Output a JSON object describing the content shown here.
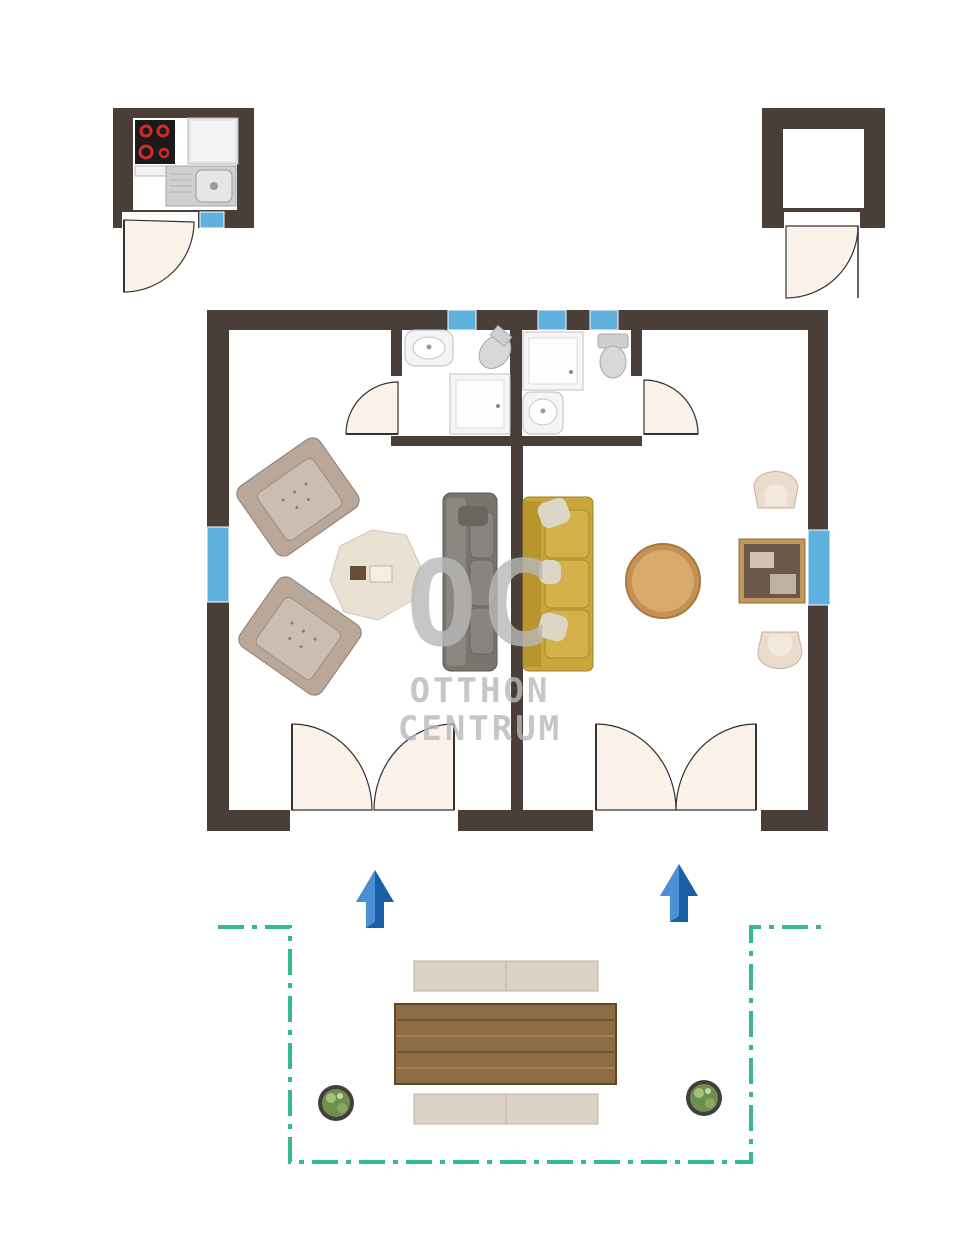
{
  "watermark": {
    "logo_letters": "OC",
    "line1": "OTTHON",
    "line2": "CENTRUM"
  },
  "colors": {
    "wall": "#4a3f38",
    "window": "#5fb0dc",
    "door_fill": "#fbf3ea",
    "terrace_line": "#35b894",
    "arrow": "#1a5fa6",
    "sofa_grey": "#7a746f",
    "sofa_yellow": "#c9a63a",
    "armchair": "#bfada0",
    "coffee_table": "#e9e2d4",
    "round_table": "#d2a466",
    "dining_table": "#8d6c45",
    "bench": "#ddd3c5"
  },
  "icons": [
    "kitchenette-icon",
    "hob-icon",
    "sink-icon",
    "fridge-icon",
    "toilet-icon",
    "shower-icon",
    "washbasin-icon",
    "armchair-icon",
    "sofa-icon",
    "round-table-icon",
    "plant-icon",
    "arrow-up-icon"
  ]
}
